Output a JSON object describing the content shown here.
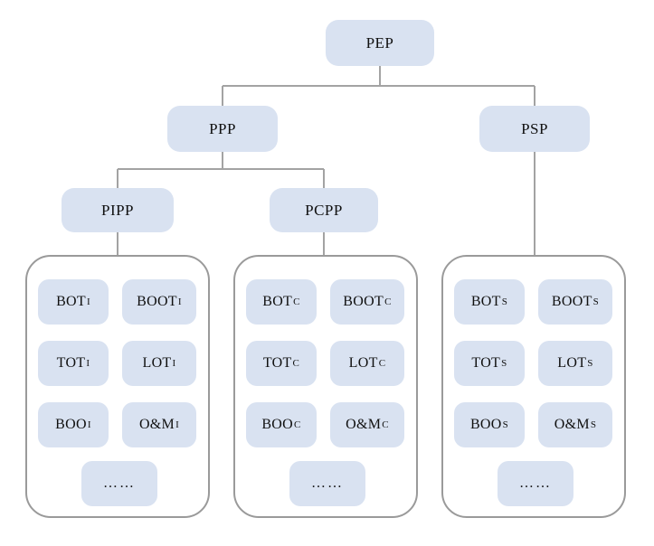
{
  "title": "Project procurement modes hierarchy diagram",
  "colors": {
    "node_fill": "#d9e2f1",
    "connector_line": "#a3a3a3",
    "container_border": "#9a9a9a",
    "text": "#111111",
    "background": "#ffffff"
  },
  "nodes": {
    "pep": "PEP",
    "ppp": "PPP",
    "psp": "PSP",
    "pipp": "PIPP",
    "pcpp": "PCPP"
  },
  "edges": [
    {
      "from": "PEP",
      "to": "PPP"
    },
    {
      "from": "PEP",
      "to": "PSP"
    },
    {
      "from": "PPP",
      "to": "PIPP"
    },
    {
      "from": "PPP",
      "to": "PCPP"
    },
    {
      "from": "PIPP",
      "to": "group-I"
    },
    {
      "from": "PCPP",
      "to": "group-C"
    },
    {
      "from": "PSP",
      "to": "group-S"
    }
  ],
  "groups": [
    {
      "id": "I",
      "parent": "PIPP",
      "items": [
        {
          "base": "BOT",
          "sub": "I"
        },
        {
          "base": "BOOT",
          "sub": "I"
        },
        {
          "base": "TOT",
          "sub": "I"
        },
        {
          "base": "LOT",
          "sub": "I"
        },
        {
          "base": "BOO",
          "sub": "I"
        },
        {
          "base": "O&M",
          "sub": "I"
        }
      ],
      "ellipsis": "……"
    },
    {
      "id": "C",
      "parent": "PCPP",
      "items": [
        {
          "base": "BOT",
          "sub": "C"
        },
        {
          "base": "BOOT",
          "sub": "C"
        },
        {
          "base": "TOT",
          "sub": "C"
        },
        {
          "base": "LOT",
          "sub": "C"
        },
        {
          "base": "BOO",
          "sub": "C"
        },
        {
          "base": "O&M",
          "sub": "C"
        }
      ],
      "ellipsis": "……"
    },
    {
      "id": "S",
      "parent": "PSP",
      "items": [
        {
          "base": "BOT",
          "sub": "S"
        },
        {
          "base": "BOOT",
          "sub": "S"
        },
        {
          "base": "TOT",
          "sub": "S"
        },
        {
          "base": "LOT",
          "sub": "S"
        },
        {
          "base": "BOO",
          "sub": "S"
        },
        {
          "base": "O&M",
          "sub": "S"
        }
      ],
      "ellipsis": "……"
    }
  ]
}
